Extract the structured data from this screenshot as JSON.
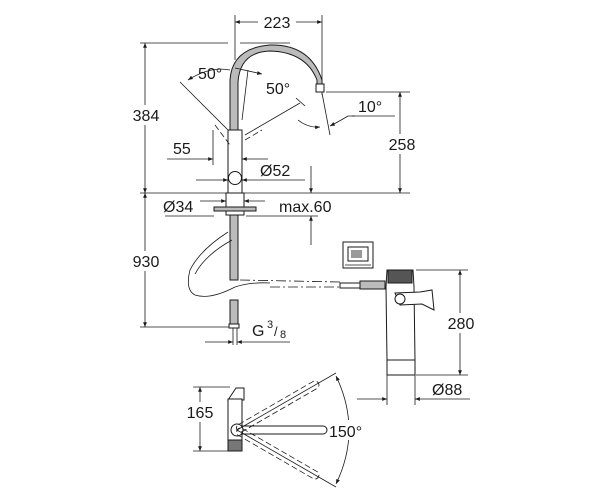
{
  "dimensions": {
    "spout_reach": "223",
    "total_height": "384",
    "spout_height": "258",
    "angle_left": "50°",
    "angle_right": "50°",
    "angle_nozzle": "10°",
    "handle_offset": "55",
    "body_diameter": "Ø52",
    "hole_diameter": "Ø34",
    "counter_thickness": "max.60",
    "hose_length": "930",
    "connection_thread": "G",
    "thread_num": "3",
    "thread_den": "8",
    "filter_height": "280",
    "filter_diameter": "Ø88",
    "swivel_height": "165",
    "swivel_angle": "150°"
  }
}
